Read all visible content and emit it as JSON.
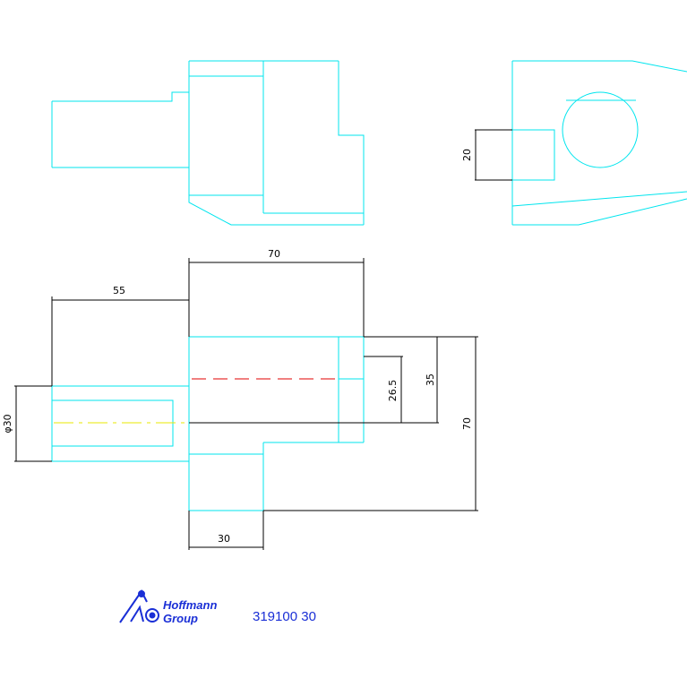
{
  "colors": {
    "outline": "#00e5ee",
    "dimension": "#000000",
    "hidden_line": "#e00000",
    "center_line": "#e8e800",
    "logo": "#1a2fd6",
    "background": "#ffffff"
  },
  "dimensions": {
    "d20": "20",
    "d70_top": "70",
    "d55": "55",
    "d_phi30": "φ30",
    "d26_5": "26.5",
    "d35": "35",
    "d70_right": "70",
    "d30": "30"
  },
  "logo": {
    "line1": "Hoffmann",
    "line2": "Group",
    "icon": "hoffmann-group-logo-icon"
  },
  "part_number": "319100 30"
}
